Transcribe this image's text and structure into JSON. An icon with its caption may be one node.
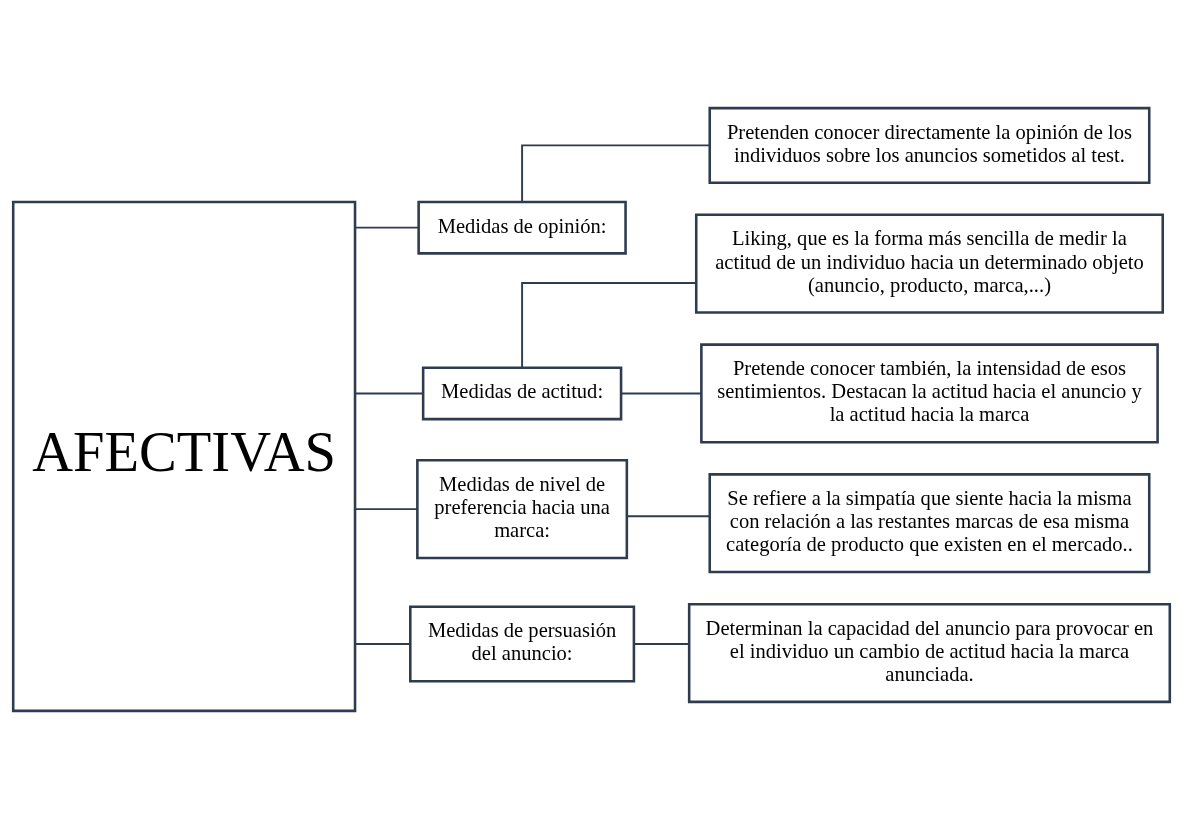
{
  "diagram": {
    "nodes": [
      {
        "text": [
          "AFECTIVAS"
        ]
      },
      {
        "text": [
          "Medidas de opinión:"
        ]
      },
      {
        "text": [
          "Pretenden conocer directamente la opinión de los individuos sobre los anuncios sometidos al test."
        ]
      },
      {
        "text": [
          "Liking, que es la forma más sencilla de medir la actitud de un individuo hacia un determinado objeto (anuncio, producto, marca,...)"
        ]
      },
      {
        "text": [
          "Medidas de actitud:"
        ]
      },
      {
        "text": [
          "Pretende conocer también, la intensidad de esos sentimientos. Destacan la actitud hacia el anuncio y la actitud hacia la marca"
        ]
      },
      {
        "text": [
          "Medidas de nivel de preferencia hacia una marca:"
        ]
      },
      {
        "text": [
          "Se refiere a la simpatía que siente hacia la misma con relación a las restantes marcas de esa misma categoría de producto que existen en el mercado.."
        ]
      },
      {
        "text": [
          "Medidas de persuasión del anuncio:"
        ]
      },
      {
        "text": [
          "Determinan la capacidad del anuncio para provocar en el individuo un cambio de actitud hacia la marca anunciada."
        ]
      }
    ],
    "edges": [
      {
        "from": 0,
        "to": 1,
        "arrow": "none"
      },
      {
        "from": 1,
        "to": 2,
        "arrow": "none"
      },
      {
        "from": 4,
        "to": 3,
        "arrow": "none"
      },
      {
        "from": 0,
        "to": 4,
        "arrow": "none"
      },
      {
        "from": 4,
        "to": 5,
        "arrow": "none"
      },
      {
        "from": 0,
        "to": 6,
        "arrow": "none"
      },
      {
        "from": 6,
        "to": 7,
        "arrow": "none"
      },
      {
        "from": 0,
        "to": 8,
        "arrow": "none"
      },
      {
        "from": 8,
        "to": 9,
        "arrow": "none"
      }
    ]
  }
}
